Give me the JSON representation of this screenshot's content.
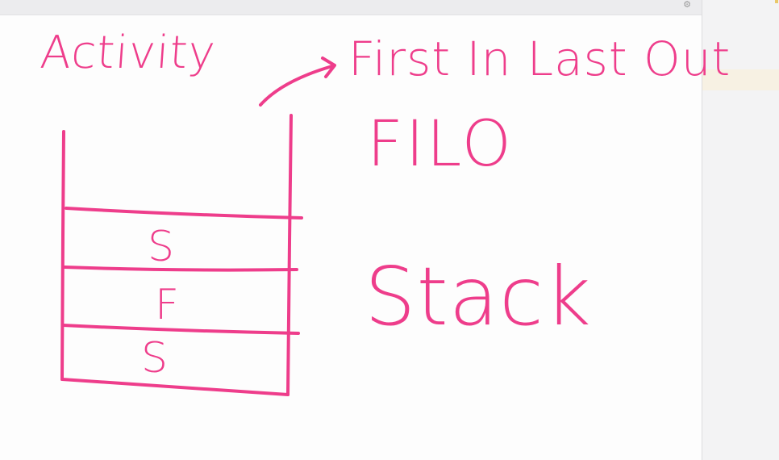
{
  "canvas": {
    "ink_color": "#ee3d8b",
    "background": "#fdfdfd",
    "toolbar_icon": "gear-icon"
  },
  "labels": {
    "activity": "Activity",
    "first_in_last_out": "First In Last Out",
    "filo": "FILO",
    "stack": "Stack"
  },
  "stack_cells": [
    {
      "label": "S"
    },
    {
      "label": "F"
    },
    {
      "label": "S"
    }
  ]
}
